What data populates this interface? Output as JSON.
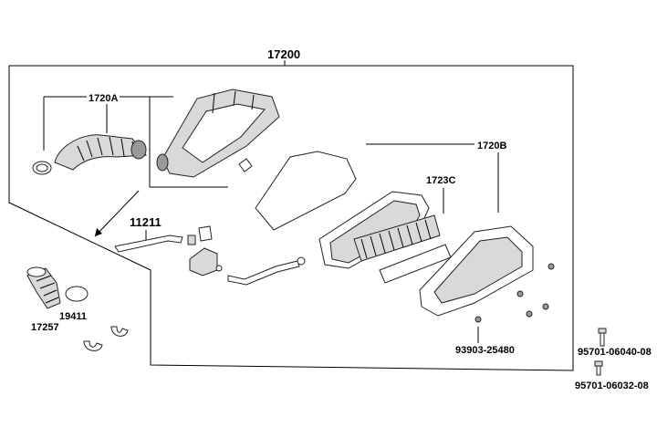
{
  "labels": {
    "assembly": "17200",
    "intake_duct": "1720A",
    "filter_cover": "1720B",
    "filter_element": "1723C",
    "drain_hose": "11211",
    "duct_boot": "17257",
    "clamp": "19411",
    "screw_cover": "93903-25480",
    "bolt_a": "95701-06040-08",
    "bolt_b": "95701-06032-08"
  }
}
